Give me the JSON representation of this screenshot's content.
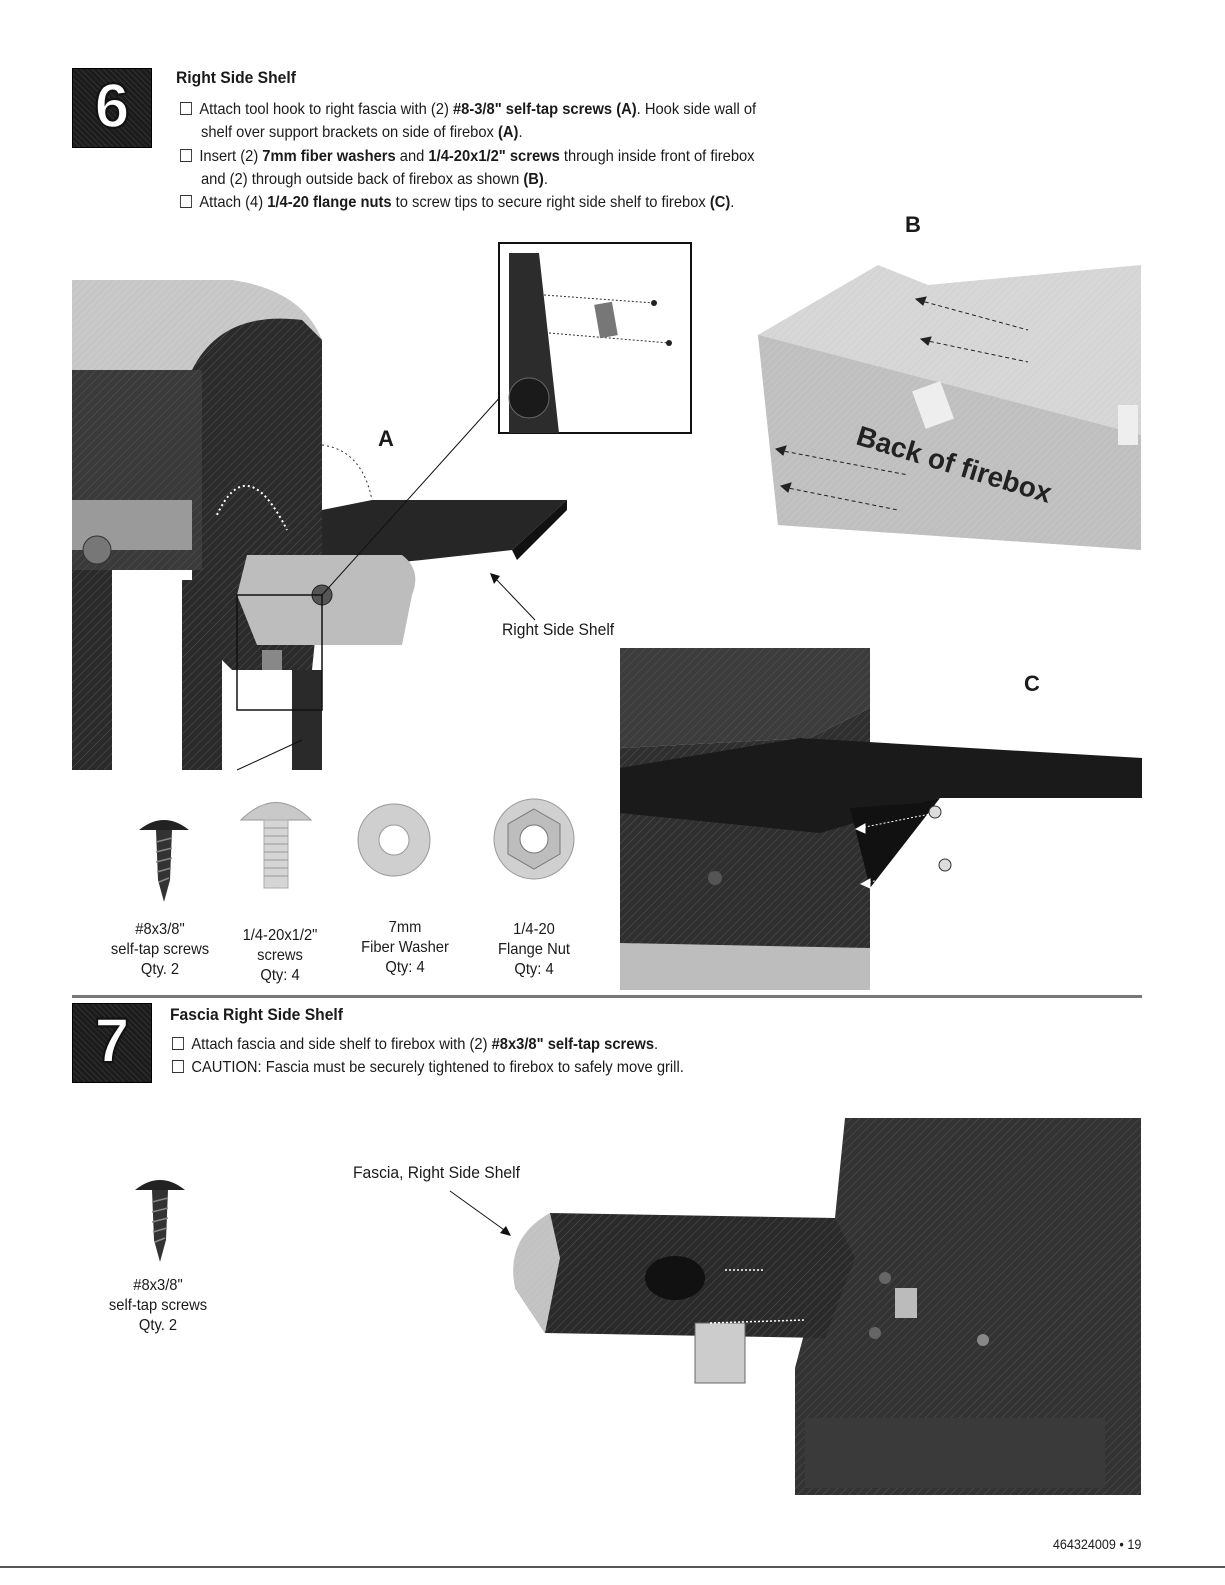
{
  "step6": {
    "number": "6",
    "title": "Right Side Shelf",
    "instructions": [
      {
        "pre": "Attach tool hook to right fascia with (2) ",
        "bold": "#8-3/8\" self-tap screws (A)",
        "post": ". Hook side wall of"
      },
      {
        "pre": "shelf over support brackets on side of firebox ",
        "bold": "(A)",
        "post": "."
      },
      {
        "pre": "Insert (2) ",
        "bold": "7mm fiber washers",
        "mid": " and ",
        "bold2": "1/4-20x1/2\" screws",
        "post": " through inside front of firebox"
      },
      {
        "pre": "and (2) through outside back of firebox as shown ",
        "bold": "(B)",
        "post": "."
      },
      {
        "pre": "Attach (4) ",
        "bold": "1/4-20 flange nuts",
        "post": " to screw tips to secure right side shelf to firebox ",
        "bold2": "(C)",
        "post2": "."
      }
    ],
    "labels": {
      "a": "A",
      "b": "B",
      "c": "C",
      "right_side_shelf": "Right Side Shelf",
      "back_of_firebox": "Back of firebox"
    },
    "parts": [
      {
        "name": "#8x3/8\"",
        "desc": "self-tap screws",
        "qty": "Qty. 2"
      },
      {
        "name": "1/4-20x1/2\"",
        "desc": "screws",
        "qty": "Qty: 4"
      },
      {
        "name": "7mm",
        "desc": "Fiber Washer",
        "qty": "Qty: 4"
      },
      {
        "name": "1/4-20",
        "desc": "Flange Nut",
        "qty": "Qty: 4"
      }
    ]
  },
  "step7": {
    "number": "7",
    "title": "Fascia Right Side Shelf",
    "instructions": [
      {
        "pre": "Attach fascia and side shelf to firebox with (2) ",
        "bold": "#8x3/8\" self-tap screws",
        "post": "."
      },
      {
        "pre": "CAUTION: Fascia must be securely tightened to firebox to safely move grill.",
        "bold": "",
        "post": ""
      }
    ],
    "label_fascia": "Fascia, Right Side Shelf",
    "part": {
      "name": "#8x3/8\"",
      "desc": "self-tap screws",
      "qty": "Qty. 2"
    }
  },
  "footer": "464324009 • 19"
}
